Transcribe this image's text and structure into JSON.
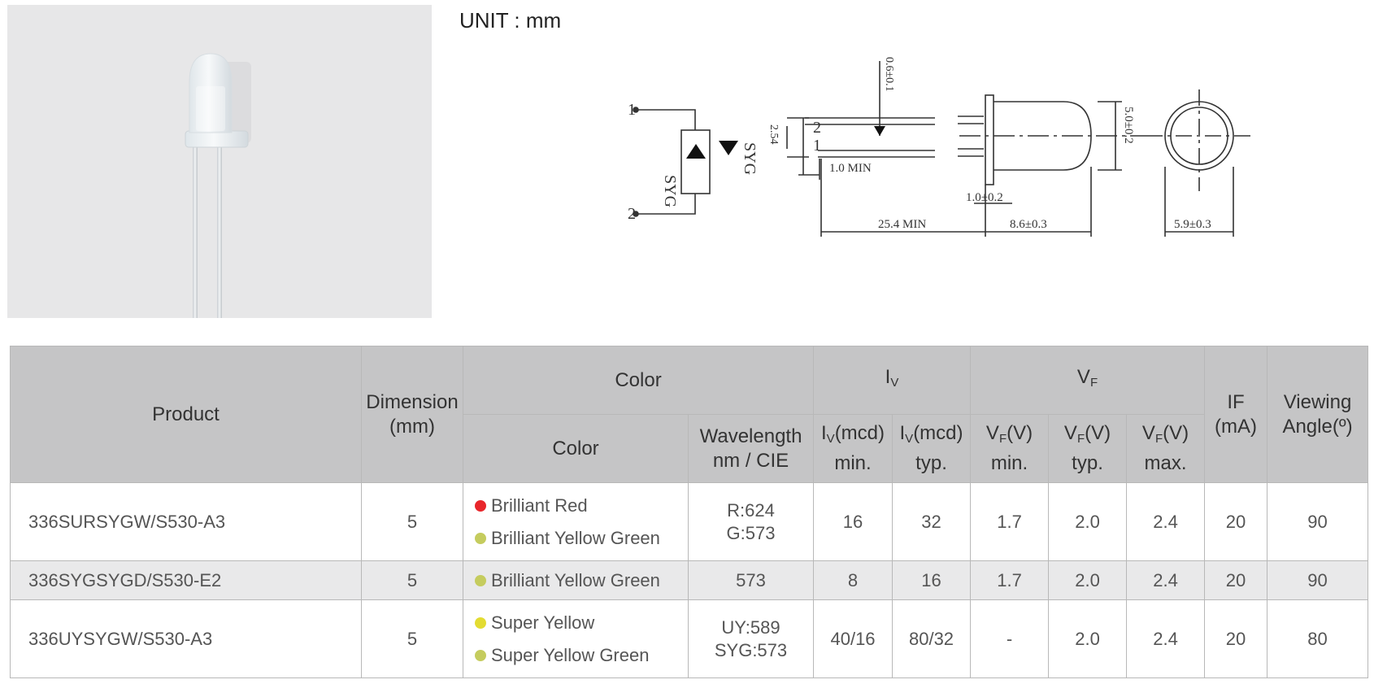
{
  "unit_label": "UNIT : mm",
  "drawing": {
    "pin1": "1",
    "pin2": "2",
    "chip_label": "SYG",
    "dim_lead_thickness": "0.6±0.1",
    "dim_pitch": "2.54",
    "dim_lead_min": "1.0 MIN",
    "dim_flange": "1.0±0.2",
    "dim_lead_length": "25.4  MIN",
    "dim_body_length": "8.6±0.3",
    "dim_body_dia": "5.0±0.2",
    "dim_flange_dia": "5.9±0.3"
  },
  "table": {
    "headers": {
      "product": "Product",
      "dimension": "Dimension",
      "dimension_unit": "(mm)",
      "color_group": "Color",
      "color": "Color",
      "wavelength": "Wavelength",
      "wavelength_unit": "nm / CIE",
      "iv_sym": "I",
      "iv_sub": "V",
      "iv_unit": "(mcd)",
      "min": "min.",
      "typ": "typ.",
      "max": "max.",
      "vf_sym": "V",
      "vf_sub": "F",
      "vf_unit": "(V)",
      "if_label": "IF",
      "if_unit": "(mA)",
      "viewing": "Viewing",
      "viewing_angle": "Angle(º)"
    },
    "rows": [
      {
        "product": "336SURSYGW/S530-A3",
        "dimension": "5",
        "colors": [
          {
            "name": "Brilliant Red",
            "swatch": "#e8262b"
          },
          {
            "name": "Brilliant Yellow Green",
            "swatch": "#c5cc5e"
          }
        ],
        "wavelength": [
          "R:624",
          "G:573"
        ],
        "iv_min": "16",
        "iv_typ": "32",
        "vf_min": "1.7",
        "vf_typ": "2.0",
        "vf_max": "2.4",
        "if": "20",
        "angle": "90"
      },
      {
        "product": "336SYGSYGD/S530-E2",
        "dimension": "5",
        "colors": [
          {
            "name": "Brilliant Yellow Green",
            "swatch": "#c5cc5e"
          }
        ],
        "wavelength": [
          "573"
        ],
        "iv_min": "8",
        "iv_typ": "16",
        "vf_min": "1.7",
        "vf_typ": "2.0",
        "vf_max": "2.4",
        "if": "20",
        "angle": "90"
      },
      {
        "product": "336UYSYGW/S530-A3",
        "dimension": "5",
        "colors": [
          {
            "name": "Super Yellow",
            "swatch": "#e3dc32"
          },
          {
            "name": "Super Yellow Green",
            "swatch": "#c5cc5e"
          }
        ],
        "wavelength": [
          "UY:589",
          "SYG:573"
        ],
        "iv_min": "40/16",
        "iv_typ": "80/32",
        "vf_min": "-",
        "vf_typ": "2.0",
        "vf_max": "2.4",
        "if": "20",
        "angle": "80"
      }
    ]
  }
}
